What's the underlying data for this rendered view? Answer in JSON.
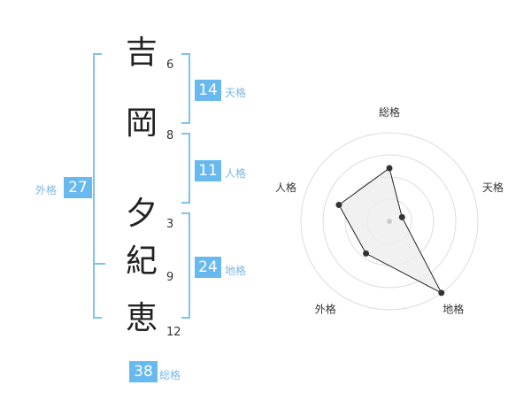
{
  "name": {
    "chars": [
      "吉",
      "岡",
      "夕",
      "紀",
      "恵"
    ],
    "strokes": [
      "6",
      "8",
      "3",
      "9",
      "12"
    ]
  },
  "fortune": {
    "tenkaku": {
      "value": "14",
      "label": "天格"
    },
    "jinkaku": {
      "value": "11",
      "label": "人格"
    },
    "chikaku": {
      "value": "24",
      "label": "地格"
    },
    "gaikaku": {
      "value": "27",
      "label": "外格"
    },
    "soukaku": {
      "value": "38",
      "label": "総格"
    }
  },
  "chart_data": {
    "type": "radar",
    "axes": [
      "総格",
      "天格",
      "地格",
      "外格",
      "人格"
    ],
    "values": [
      0.6,
      0.15,
      1.0,
      0.45,
      0.6
    ],
    "rings": 4,
    "colors": {
      "fill": "#eeeeee",
      "stroke": "#222222",
      "ring": "#dddddd",
      "center": "#cccccc"
    }
  }
}
